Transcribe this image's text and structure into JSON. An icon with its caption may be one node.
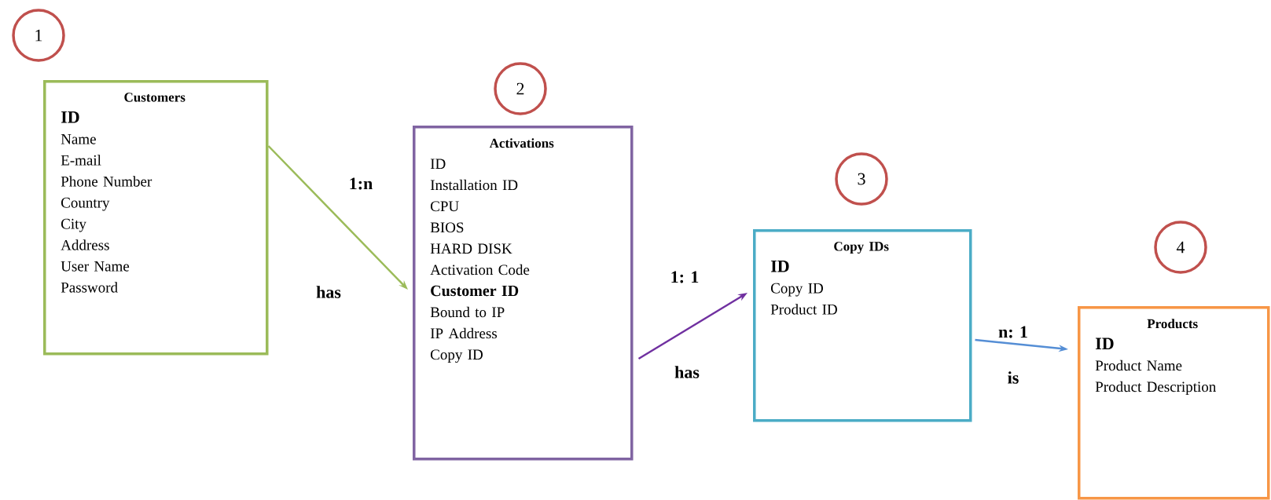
{
  "diagram": {
    "nodes": [
      {
        "text": [
          "1"
        ]
      },
      {
        "text": [
          "Customers",
          "ID",
          "Name",
          "E-mail",
          "Phone Number",
          "Country",
          "City",
          "Address",
          "User Name",
          "Password"
        ]
      },
      {
        "text": [
          "2"
        ]
      },
      {
        "text": [
          "Activations",
          "ID",
          "Installation ID",
          "CPU",
          "BIOS",
          "HARD DISK",
          "Activation Code",
          "Customer ID",
          "Bound to IP",
          "IP Address",
          "Copy ID"
        ]
      },
      {
        "text": [
          "3"
        ]
      },
      {
        "text": [
          "Copy IDs",
          "ID",
          "Copy ID",
          "Product ID"
        ]
      },
      {
        "text": [
          "4"
        ]
      },
      {
        "text": [
          "Products",
          "ID",
          "Product Name",
          "Product Description"
        ]
      }
    ],
    "edges": [
      {
        "from": 1,
        "to": 3,
        "arrow": "to",
        "label": "1:n",
        "color": "#9bbb59"
      },
      {
        "from": 3,
        "to": 5,
        "arrow": "to",
        "label": "1: 1",
        "color": "#7030a0"
      },
      {
        "from": 5,
        "to": 7,
        "arrow": "to",
        "label": "n: 1",
        "color": "#558ed5"
      }
    ],
    "labels": [
      "has",
      "has",
      "is"
    ]
  }
}
